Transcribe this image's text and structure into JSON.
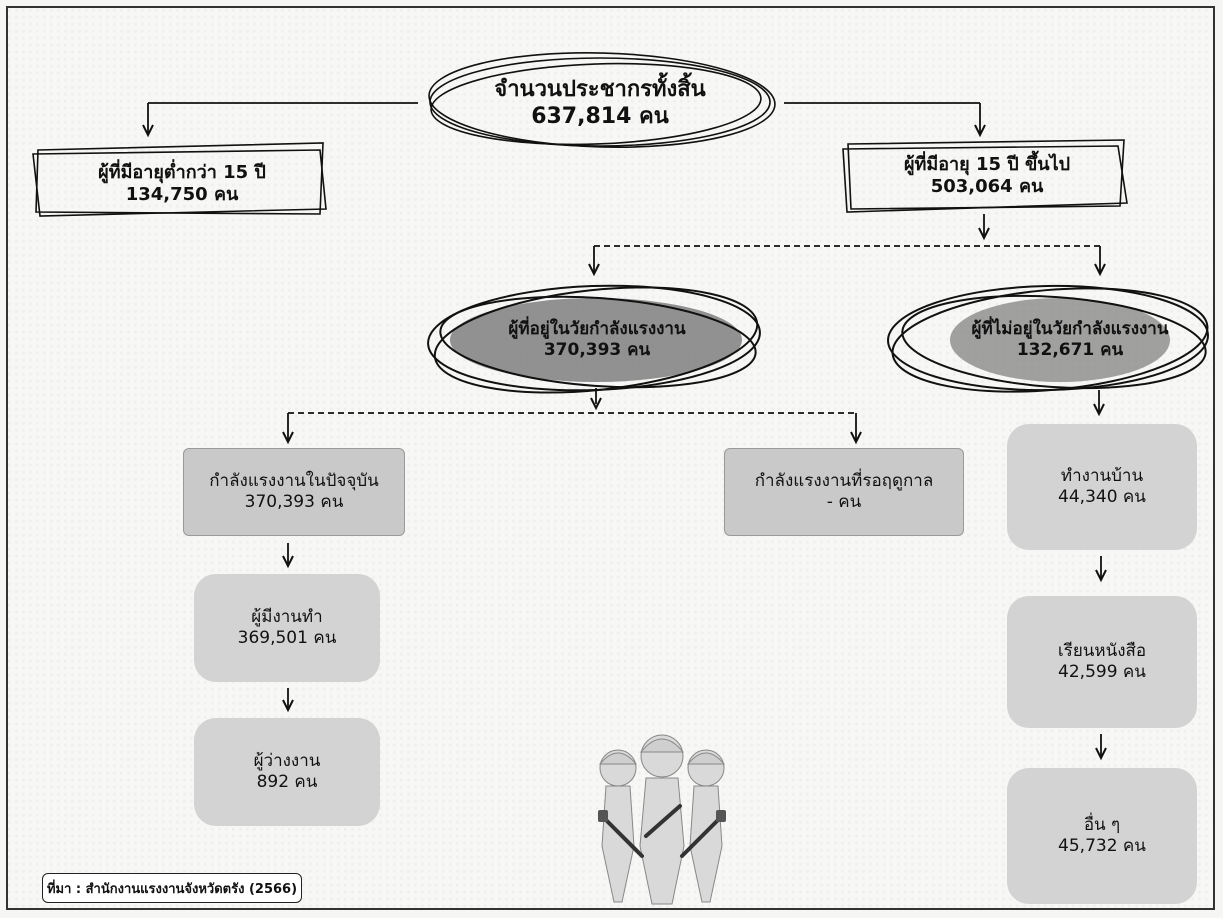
{
  "total": {
    "label": "จำนวนประชากรทั้งสิ้น",
    "value": "637,814 คน"
  },
  "under15": {
    "label": "ผู้ที่มีอายุต่ำกว่า 15 ปี",
    "value": "134,750 คน"
  },
  "over15": {
    "label": "ผู้ที่มีอายุ 15 ปี ขึ้นไป",
    "value": "503,064 คน"
  },
  "in_labor": {
    "label": "ผู้ที่อยู่ในวัยกำลังแรงงาน",
    "value": "370,393 คน"
  },
  "not_in_labor": {
    "label": "ผู้ที่ไม่อยู่ในวัยกำลังแรงงาน",
    "value": "132,671 คน"
  },
  "current_labor": {
    "label": "กำลังแรงงานในปัจจุบัน",
    "value": "370,393 คน"
  },
  "seasonal_labor": {
    "label": "กำลังแรงงานที่รอฤดูกาล",
    "value": "-  คน"
  },
  "employed": {
    "label": "ผู้มีงานทำ",
    "value": "369,501 คน"
  },
  "unemployed": {
    "label": "ผู้ว่างงาน",
    "value": "892 คน"
  },
  "housework": {
    "label": "ทำงานบ้าน",
    "value": "44,340 คน"
  },
  "studying": {
    "label": "เรียนหนังสือ",
    "value": "42,599 คน"
  },
  "others": {
    "label": "อื่น ๆ",
    "value": "45,732 คน"
  },
  "source": "ที่มา : สำนักงานแรงงานจังหวัดตรัง (2566)",
  "colors": {
    "gray_box": "#c9c9c9",
    "pill": "#d3d3d3",
    "oval_fill": "#7f7f7f",
    "ink": "#111111"
  }
}
